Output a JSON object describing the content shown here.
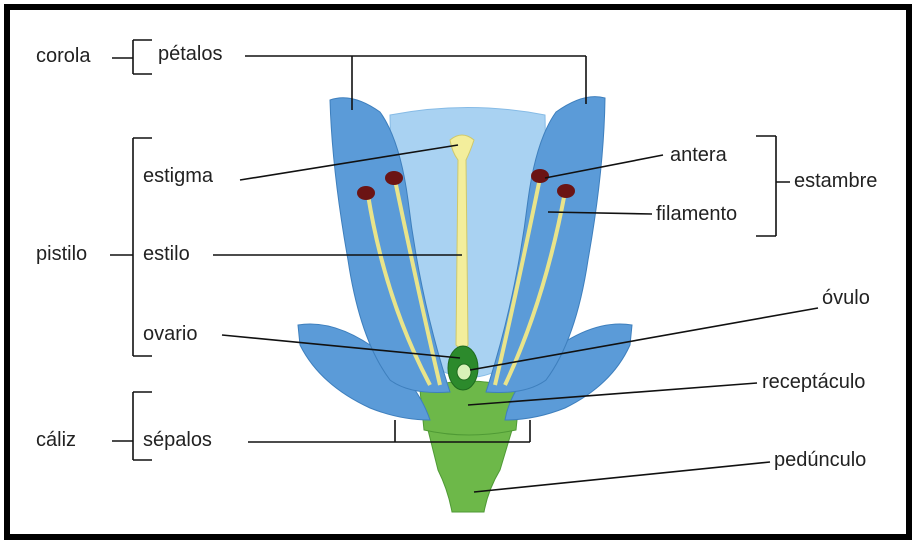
{
  "labels": {
    "corola": "corola",
    "petalos": "pétalos",
    "estigma": "estigma",
    "pistilo": "pistilo",
    "estilo": "estilo",
    "ovario": "ovario",
    "caliz": "cáliz",
    "sepalos": "sépalos",
    "antera": "antera",
    "estambre": "estambre",
    "filamento": "filamento",
    "ovulo": "óvulo",
    "receptaculo": "receptáculo",
    "pedunculo": "pedúnculo"
  },
  "colors": {
    "petal_dark": "#5b9bd8",
    "petal_light": "#a9d2f2",
    "pistil": "#f3ee9c",
    "stem": "#6db849",
    "anther": "#6b1414",
    "ovary": "#2c8a2c"
  }
}
